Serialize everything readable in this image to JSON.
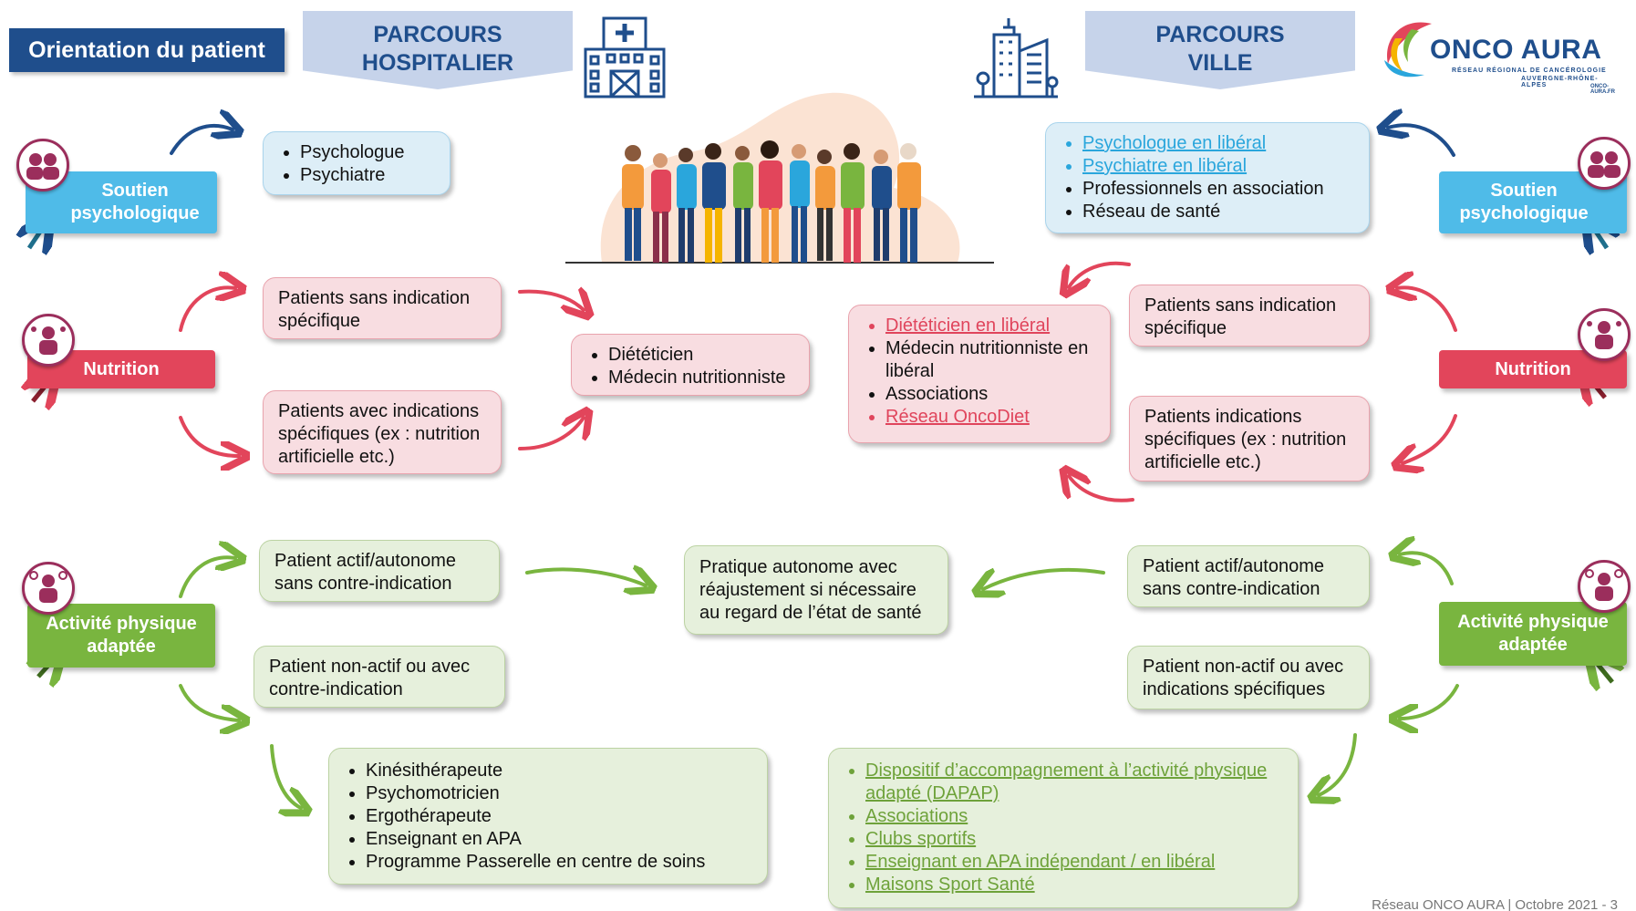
{
  "header": {
    "title": "Orientation du patient",
    "left_banner": [
      "PARCOURS",
      "HOSPITALIER"
    ],
    "right_banner": [
      "PARCOURS",
      "VILLE"
    ],
    "logo_text": "ONCO AURA",
    "logo_subtitle": "RÉSEAU RÉGIONAL DE CANCÉROLOGIE",
    "logo_subtitle2": "AUVERGNE-RHÔNE-ALPES",
    "logo_url": "ONCO-AURA.FR"
  },
  "categories": {
    "soutien": "Soutien psychologique",
    "nutrition": "Nutrition",
    "activite": "Activité physique adaptée"
  },
  "hospital": {
    "psy_list": [
      "Psychologue",
      "Psychiatre"
    ],
    "nut_sans": "Patients sans indication spécifique",
    "nut_avec": "Patients avec indications spécifiques (ex : nutrition artificielle etc.)",
    "nut_pros": [
      "Diététicien",
      "Médecin nutritionniste"
    ],
    "apa_actif": "Patient actif/autonome sans contre-indication",
    "apa_nonactif": "Patient non-actif ou avec contre-indication",
    "apa_pros": [
      "Kinésithérapeute",
      "Psychomotricien",
      "Ergothérapeute",
      "Enseignant en APA",
      "Programme Passerelle en centre de soins"
    ]
  },
  "center": {
    "pratique": "Pratique autonome avec réajustement si nécessaire au regard de l’état de santé"
  },
  "ville": {
    "psy_links": [
      "Psychologue en libéral",
      "Psychiatre en libéral"
    ],
    "psy_items": [
      "Professionnels en association",
      "Réseau de santé"
    ],
    "nut_sans": "Patients sans indication spécifique",
    "nut_avec": "Patients indications spécifiques (ex : nutrition artificielle etc.)",
    "nut_link1": "Diététicien en libéral",
    "nut_item1": "Médecin nutritionniste en libéral",
    "nut_item2": "Associations",
    "nut_link2": "Réseau OncoDiet",
    "apa_actif": "Patient actif/autonome sans contre-indication",
    "apa_nonactif": "Patient non-actif ou avec indications spécifiques",
    "apa_links": [
      "Dispositif d’accompagnement à l’activité physique adapté (DAPAP)",
      "Associations",
      "Clubs sportifs",
      "Enseignant en APA indépendant / en libéral",
      "Maisons Sport Santé"
    ]
  },
  "footer": "Réseau ONCO AURA | Octobre 2021 - 3",
  "colors": {
    "navy": "#1f4e8c",
    "blue": "#4fbbe8",
    "red": "#e2455b",
    "green": "#79b53f",
    "plum": "#9b2e5c"
  },
  "icons": [
    "hospital-icon",
    "city-buildings-icon",
    "people-crowd-illustration",
    "people-talking-icon",
    "nutrition-person-icon",
    "sport-person-icon"
  ]
}
